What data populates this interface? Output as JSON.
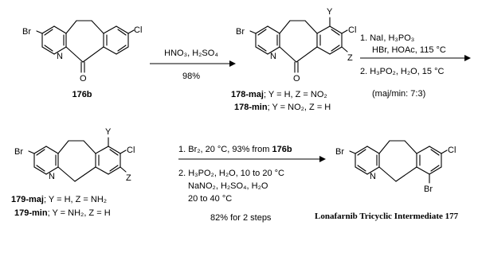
{
  "compounds": {
    "c176b": {
      "id": "176b",
      "substituents": {
        "left": "Br",
        "right": "Cl",
        "nitrogen": "N",
        "oxygen": "O"
      }
    },
    "c178": {
      "substituents": {
        "left": "Br",
        "right": "Cl",
        "y": "Y",
        "z": "Z",
        "nitrogen": "N",
        "oxygen": "O"
      },
      "maj_label": {
        "id": "178-maj",
        "text": "; Y = H, Z = NO₂"
      },
      "min_label": {
        "id": "178-min",
        "text": "; Y = NO₂, Z = H"
      }
    },
    "c179": {
      "substituents": {
        "left": "Br",
        "right": "Cl",
        "y": "Y",
        "z": "Z",
        "nitrogen": "N"
      },
      "maj_label": {
        "id": "179-maj",
        "text": "; Y = H, Z = NH₂"
      },
      "min_label": {
        "id": "179-min",
        "text": "; Y = NH₂, Z = H"
      }
    },
    "c177": {
      "substituents": {
        "left": "Br",
        "right": "Cl",
        "bottom": "Br",
        "nitrogen": "N"
      },
      "caption": "Lonafarnib Tricyclic Intermediate 177"
    }
  },
  "steps": {
    "step1": {
      "above": "HNO₃, H₂SO₄",
      "below": "98%"
    },
    "step2": {
      "line1": "1. NaI, H₃PO₃",
      "line2": "HBr, HOAc, 115 °C",
      "line3": "2. H₃PO₂, H₂O, 15 °C",
      "ratio": "(maj/min: 7:3)"
    },
    "step3": {
      "line1_prefix": "1. Br₂, 20 °C, 93% from ",
      "line1_ref": "176b",
      "line2": "2. H₃PO₂, H₂O, 10 to 20 °C",
      "line3": "NaNO₂, H₂SO₄, H₂O",
      "line4": "20 to 40 °C",
      "yield": "82% for 2 steps"
    }
  }
}
